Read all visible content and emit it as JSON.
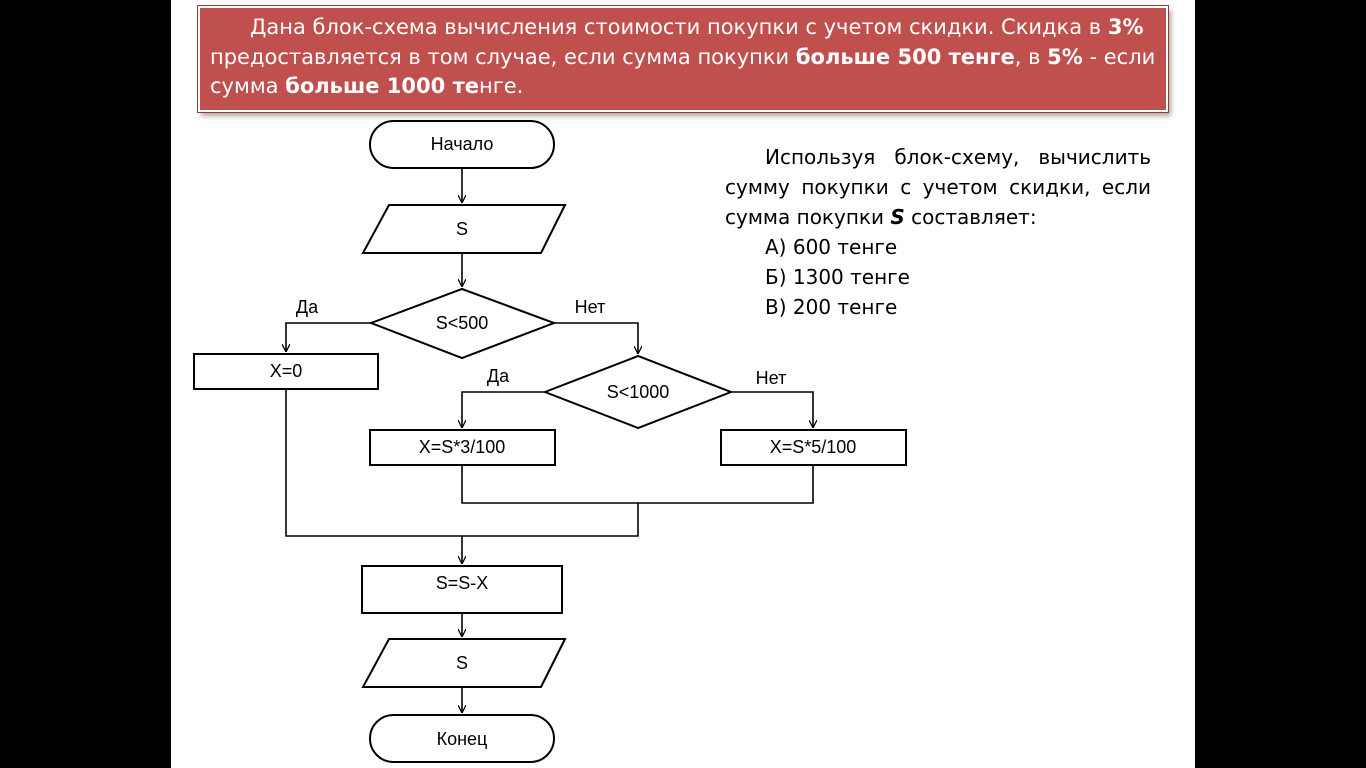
{
  "banner": {
    "part1": "Дана блок-схема вычисления стоимости покупки с учетом скидки. Скидка в ",
    "bold1": "3%",
    "part2": " предоставляется в том случае, если сумма покупки ",
    "bold2": "больше 500 тенге",
    "part3": ", в ",
    "bold3": "5%",
    "part4": " - если сумма ",
    "bold4": "больше 1000 те",
    "part5": "нге."
  },
  "flowchart": {
    "start": "Начало",
    "input": "S",
    "cond1": "S<500",
    "cond1_yes": "Да",
    "cond1_no": "Нет",
    "assign_zero": "X=0",
    "cond2": "S<1000",
    "cond2_yes": "Да",
    "cond2_no": "Нет",
    "discount3": "X=S*3/100",
    "discount5": "X=S*5/100",
    "subtract": "S=S-X",
    "output": "S",
    "end": "Конец"
  },
  "task": {
    "text_before": "Используя блок-схему, вычислить сумму покупки с учетом скидки, если сумма покупки ",
    "var": "S",
    "text_after": " составляет:",
    "options": [
      "А) 600 тенге",
      "Б) 1300 тенге",
      "В) 200 тенге"
    ]
  }
}
